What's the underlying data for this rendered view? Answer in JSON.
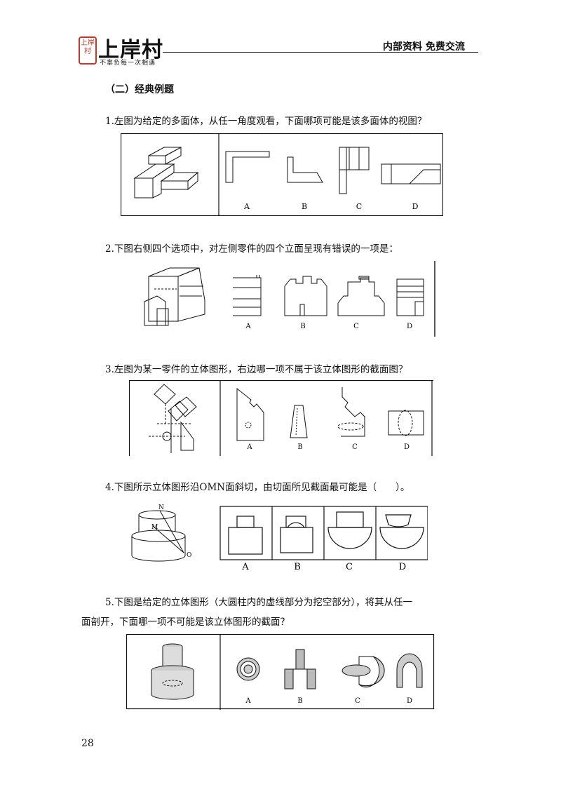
{
  "header": {
    "logo_seal": "上岸村",
    "logo_text": "上岸村",
    "slogan": "不辜负每一次相遇",
    "right_text": "内部资料 免费交流"
  },
  "section_title": "（二）经典例题",
  "questions": [
    {
      "text": "1.左图为给定的多面体，从任一角度观看，下面哪项可能是该多面体的视图？",
      "options": [
        "A",
        "B",
        "C",
        "D"
      ]
    },
    {
      "text": "2.下图右侧四个选项中，对左侧零件的四个立面呈现有错误的一项是：",
      "options": [
        "A",
        "B",
        "C",
        "D"
      ]
    },
    {
      "text": "3.左图为某一零件的立体图形，右边哪一项不属于该立体图形的截面图？",
      "options": [
        "A",
        "B",
        "C",
        "D"
      ]
    },
    {
      "text": "4.下图所示立体图形沿OMN面斜切，由切面所见截面最可能是（　　）。",
      "options": [
        "A",
        "B",
        "C",
        "D"
      ],
      "figure_labels": [
        "N",
        "M",
        "O"
      ]
    },
    {
      "text_line1": "5.下图是给定的立体图形（大圆柱内的虚线部分为挖空部分），将其从任一",
      "text_line2": "面剖开，下面哪一项不可能是该立体图形的截面？",
      "options": [
        "A",
        "B",
        "C",
        "D"
      ]
    }
  ],
  "page_number": "28"
}
